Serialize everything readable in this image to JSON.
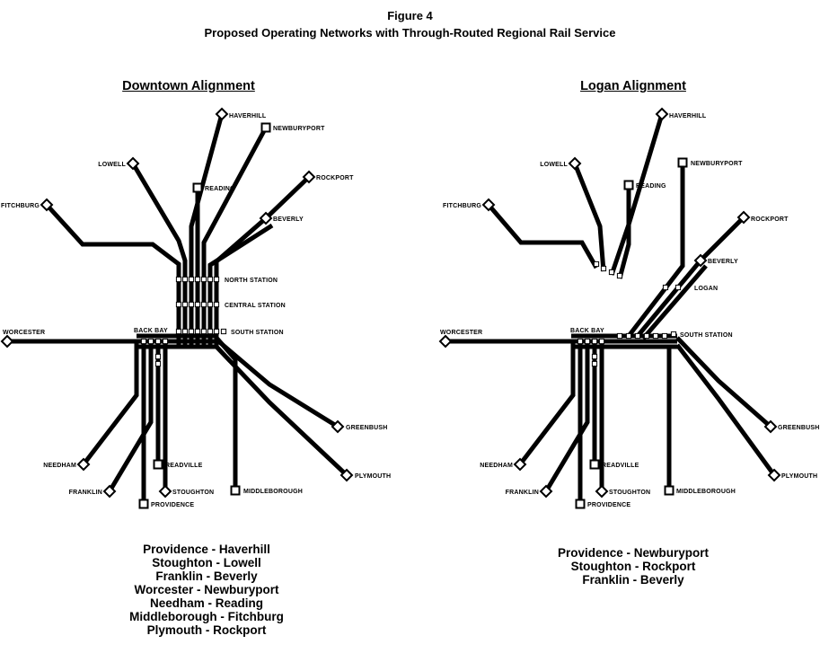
{
  "figure": {
    "title": "Figure 4",
    "subtitle": "Proposed Operating Networks with Through-Routed Regional Rail Service"
  },
  "colors": {
    "ink": "#000000",
    "paper": "#ffffff"
  },
  "downtown": {
    "title": "Downtown Alignment",
    "stations": {
      "haverhill": "HAVERHILL",
      "newburyport": "NEWBURYPORT",
      "lowell": "LOWELL",
      "rockport": "ROCKPORT",
      "reading": "READING",
      "fitchburg": "FITCHBURG",
      "beverly": "BEVERLY",
      "north_station": "NORTH STATION",
      "central_station": "CENTRAL STATION",
      "south_station": "SOUTH STATION",
      "back_bay": "BACK BAY",
      "worcester": "WORCESTER",
      "greenbush": "GREENBUSH",
      "plymouth": "PLYMOUTH",
      "needham": "NEEDHAM",
      "readville": "READVILLE",
      "franklin": "FRANKLIN",
      "stoughton": "STOUGHTON",
      "providence": "PROVIDENCE",
      "middleborough": "MIDDLEBOROUGH"
    },
    "routes": [
      "Providence - Haverhill",
      "Stoughton - Lowell",
      "Franklin - Beverly",
      "Worcester - Newburyport",
      "Needham - Reading",
      "Middleborough - Fitchburg",
      "Plymouth - Rockport"
    ]
  },
  "logan": {
    "title": "Logan Alignment",
    "stations": {
      "haverhill": "HAVERHILL",
      "newburyport": "NEWBURYPORT",
      "lowell": "LOWELL",
      "rockport": "ROCKPORT",
      "reading": "READING",
      "fitchburg": "FITCHBURG",
      "beverly": "BEVERLY",
      "logan": "LOGAN",
      "south_station": "SOUTH STATION",
      "back_bay": "BACK BAY",
      "worcester": "WORCESTER",
      "greenbush": "GREENBUSH",
      "plymouth": "PLYMOUTH",
      "needham": "NEEDHAM",
      "readville": "READVILLE",
      "franklin": "FRANKLIN",
      "stoughton": "STOUGHTON",
      "providence": "PROVIDENCE",
      "middleborough": "MIDDLEBOROUGH"
    },
    "routes": [
      "Providence - Newburyport",
      "Stoughton - Rockport",
      "Franklin - Beverly"
    ]
  }
}
